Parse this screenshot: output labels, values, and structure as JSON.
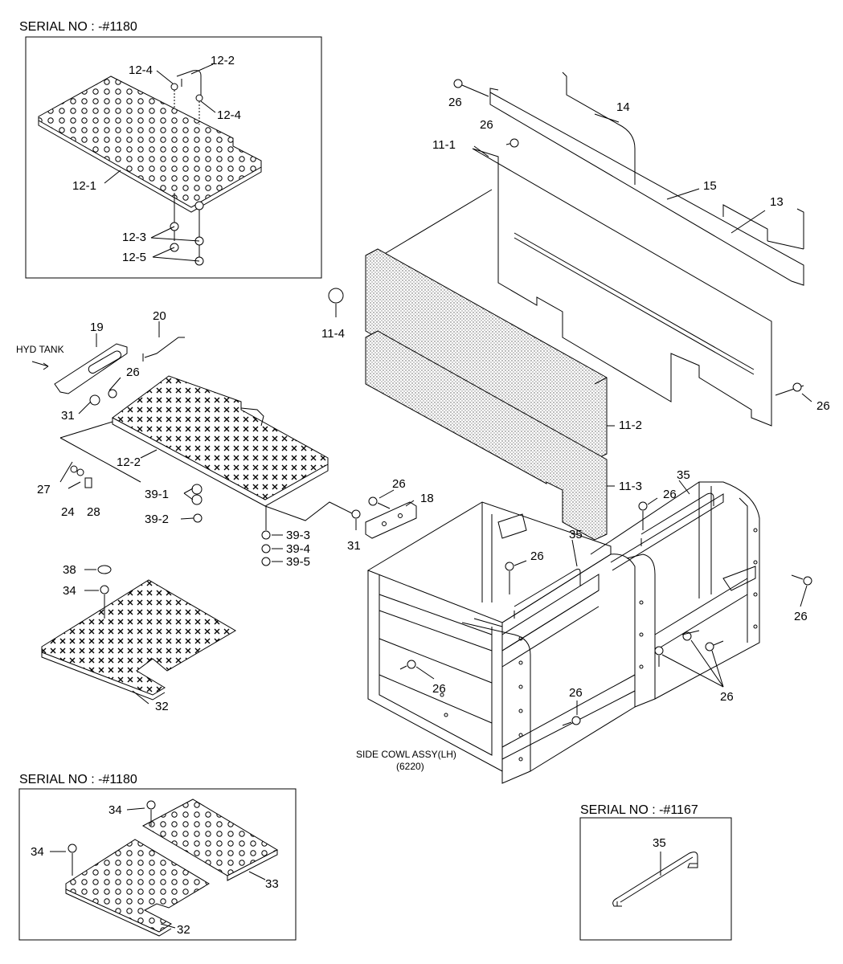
{
  "headers": {
    "top_left": "SERIAL NO : -#1180",
    "bottom_left": "SERIAL NO : -#1180",
    "bottom_right": "SERIAL NO : -#1167"
  },
  "notes": {
    "hyd_tank": "HYD TANK",
    "side_cowl": "SIDE COWL ASSY(LH)",
    "side_cowl_ref": "(6220)"
  },
  "labels": {
    "p12_2a": "12-2",
    "p12_4a": "12-4",
    "p12_4b": "12-4",
    "p12_1": "12-1",
    "p12_3": "12-3",
    "p12_5": "12-5",
    "p26a": "26",
    "p14": "14",
    "p26b": "26",
    "p11_1": "11-1",
    "p15": "15",
    "p13": "13",
    "p11_4": "11-4",
    "p19": "19",
    "p20": "20",
    "p26c": "26",
    "p31a": "31",
    "p12_2b": "12-2",
    "p27": "27",
    "p24": "24",
    "p28": "28",
    "p39_1": "39-1",
    "p39_2": "39-2",
    "p26d": "26",
    "p11_2": "11-2",
    "p11_3": "11-3",
    "p26e": "26",
    "p18": "18",
    "p35a": "35",
    "p26f": "26",
    "p35b": "35",
    "p31b": "31",
    "p26g": "26",
    "p39_3": "39-3",
    "p39_4": "39-4",
    "p39_5": "39-5",
    "p38": "38",
    "p34a": "34",
    "p32a": "32",
    "p26h": "26",
    "p26i": "26",
    "p26j": "26",
    "p26k": "26",
    "p34b": "34",
    "p34c": "34",
    "p33": "33",
    "p32b": "32",
    "p35c": "35"
  }
}
